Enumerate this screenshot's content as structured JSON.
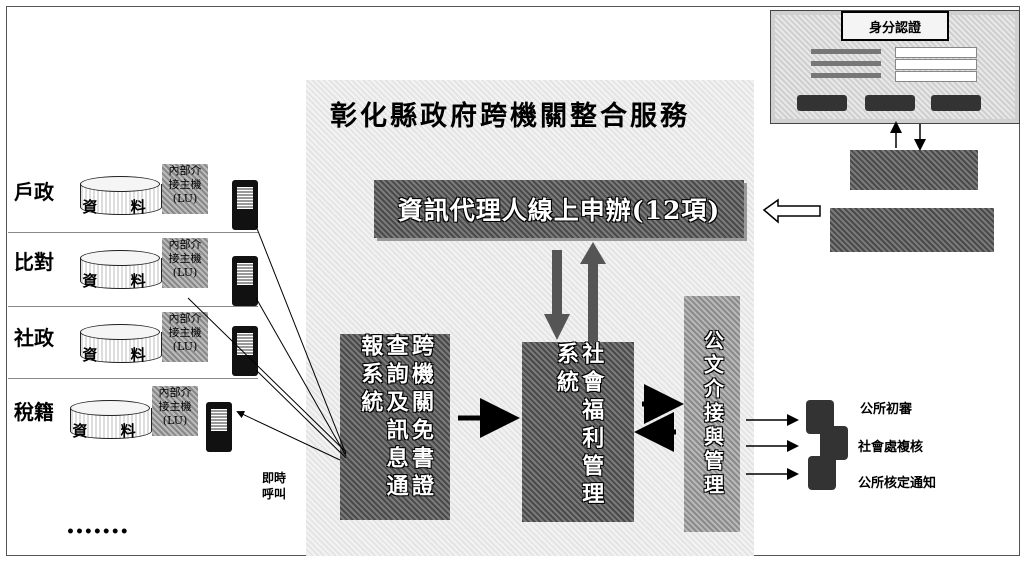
{
  "title": "彰化縣政府跨機關整合服務",
  "banner": "資訊代理人線上申辦(12項)",
  "sources": [
    {
      "label": "戶政",
      "db": "資 料",
      "iface": [
        "內部介",
        "接主機",
        "(LU)"
      ]
    },
    {
      "label": "比對",
      "db": "資 料",
      "iface": [
        "內部介",
        "接主機",
        "(LU)"
      ]
    },
    {
      "label": "社政",
      "db": "資 料",
      "iface": [
        "內部介",
        "接主機",
        "(LU)"
      ]
    },
    {
      "label": "稅籍",
      "db": "資 料",
      "iface": [
        "內部介",
        "接主機",
        "(LU)"
      ]
    }
  ],
  "realtime_call": [
    "即時",
    "呼叫"
  ],
  "ellipsis": "•••••••",
  "box_cross_agency": "跨機關免書證查詢及訊息通報系統",
  "box_welfare": "社會福利管理系統",
  "box_document": "公文介接與管理",
  "login": {
    "tab": "身分認證"
  },
  "results": [
    "公所初審",
    "社會處複核",
    "公所核定通知"
  ],
  "colors": {
    "dark": "#5a5a5a",
    "panel": "#ececec"
  }
}
